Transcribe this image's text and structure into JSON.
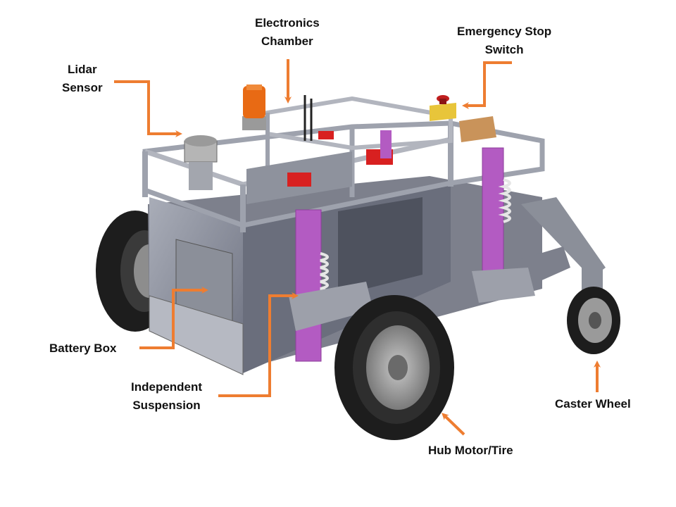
{
  "labels": {
    "lidar": [
      "Lidar",
      "Sensor"
    ],
    "electronics": [
      "Electronics",
      "Chamber"
    ],
    "estop": [
      "Emergency Stop",
      "Switch"
    ],
    "battery": [
      "Battery Box"
    ],
    "suspension": [
      "Independent",
      "Suspension"
    ],
    "hub": [
      "Hub Motor/Tire"
    ],
    "caster": [
      "Caster Wheel"
    ]
  },
  "colors": {
    "arrow": "#ee7d31",
    "frame": "#8b8f99",
    "tire": "#1d1d1d",
    "suspension": "#b35bc2",
    "beacon": "#e86a14",
    "estop_box": "#e8c53a",
    "estop_button": "#c01e1e",
    "red_parts": "#d82020"
  }
}
